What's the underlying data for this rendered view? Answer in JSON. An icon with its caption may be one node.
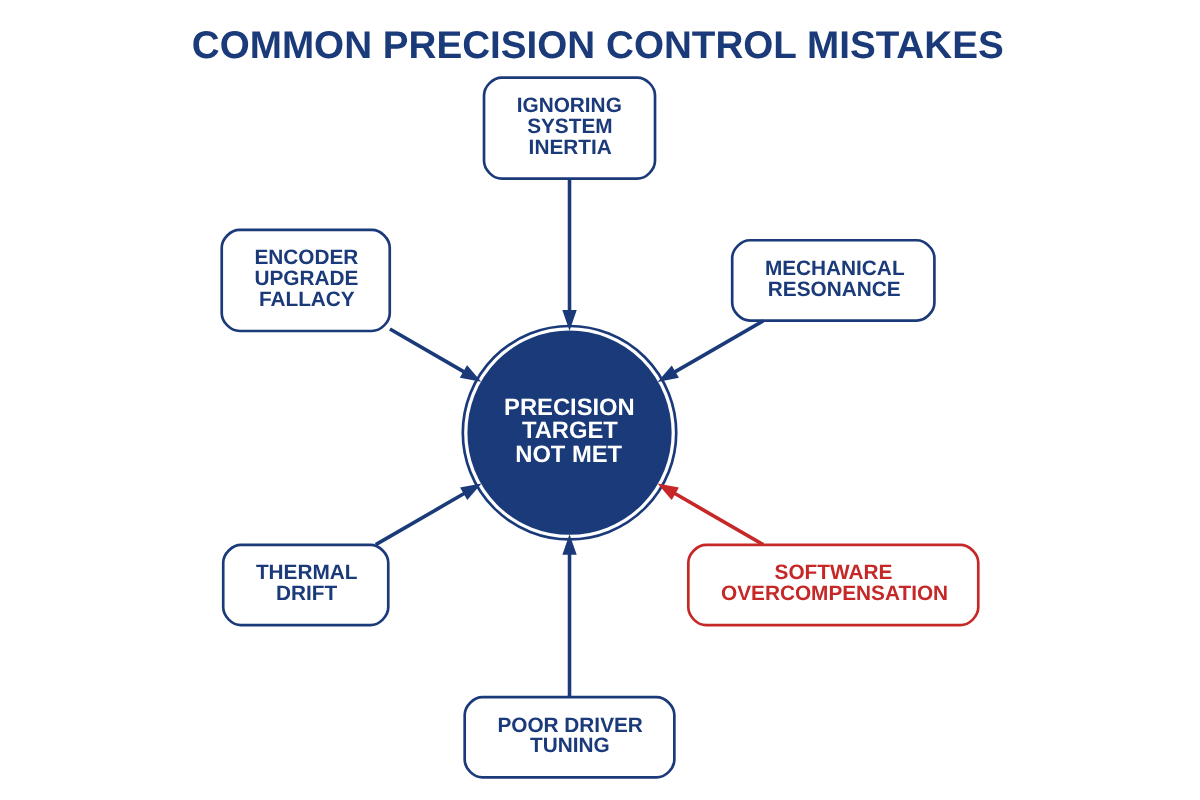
{
  "diagram": {
    "title": "COMMON PRECISION CONTROL MISTAKES",
    "nodes": [
      {
        "text": [
          "ENCODER UPGRADE FALLACY"
        ]
      },
      {
        "text": [
          "IGNORING SYSTEM INERTIA"
        ]
      },
      {
        "text": [
          "MECHANICAL RESONANCE"
        ]
      },
      {
        "text": [
          "PRECISION TARGET NOT MET"
        ]
      },
      {
        "text": [
          "THERMAL DRIFT"
        ]
      },
      {
        "text": [
          "POOR DRIVER TUNING"
        ]
      },
      {
        "text": [
          "SOFTWARE OVERCOMPENSATION"
        ]
      }
    ],
    "edges": [
      {
        "from": 0,
        "to": 3,
        "arrow": "to"
      },
      {
        "from": 1,
        "to": 3,
        "arrow": "to"
      },
      {
        "from": 2,
        "to": 3,
        "arrow": "to"
      },
      {
        "from": 4,
        "to": 3,
        "arrow": "to"
      },
      {
        "from": 5,
        "to": 3,
        "arrow": "to"
      },
      {
        "from": 6,
        "to": 3,
        "arrow": "to",
        "color": "#c62828"
      }
    ]
  }
}
